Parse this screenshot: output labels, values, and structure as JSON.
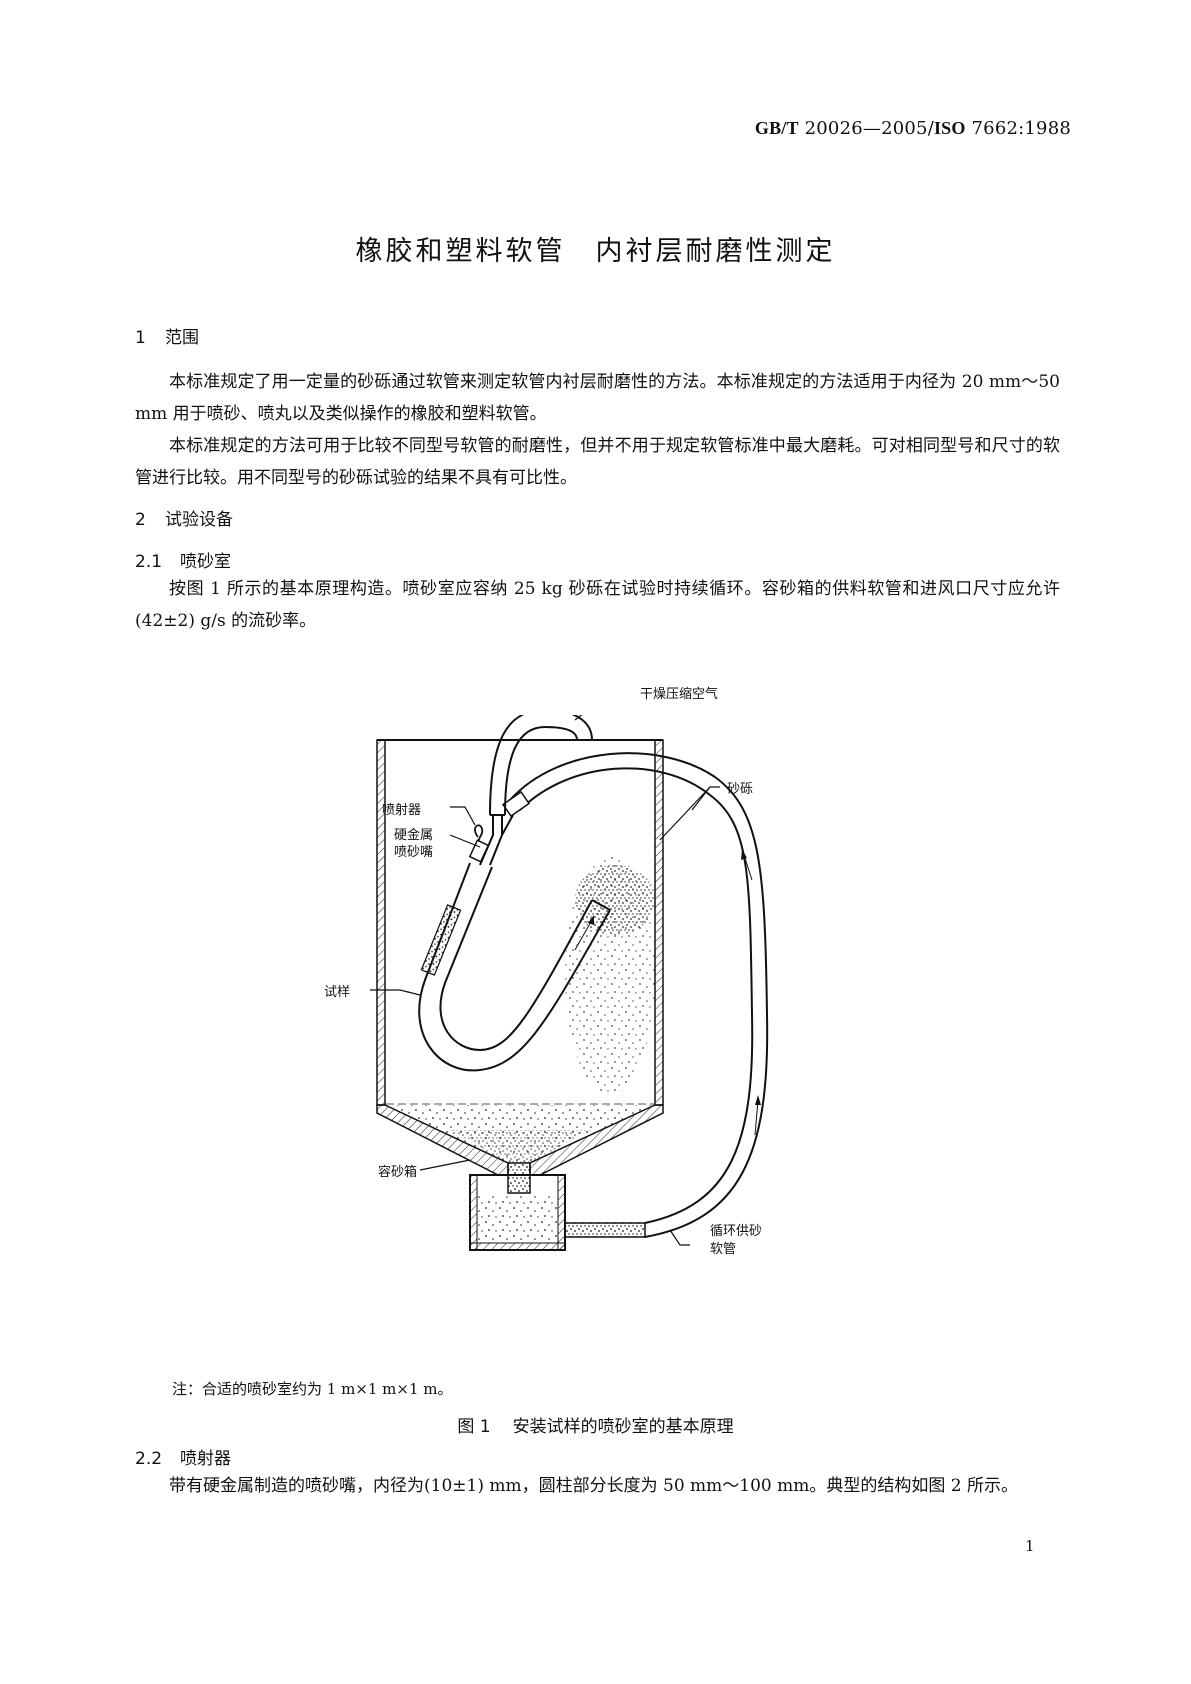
{
  "header": {
    "standard_code_bold1": "GB/T",
    "standard_code_part1": " 20026—2005/",
    "standard_code_bold2": "ISO",
    "standard_code_part2": " 7662:1988"
  },
  "title": {
    "part1": "橡胶和塑料软管",
    "part2": "内衬层耐磨性测定"
  },
  "sections": [
    {
      "number": "1",
      "heading": "范围",
      "paragraphs": [
        "本标准规定了用一定量的砂砾通过软管来测定软管内衬层耐磨性的方法。本标准规定的方法适用于内径为 20 mm～50 mm 用于喷砂、喷丸以及类似操作的橡胶和塑料软管。",
        "本标准规定的方法可用于比较不同型号软管的耐磨性，但并不用于规定软管标准中最大磨耗。可对相同型号和尺寸的软管进行比较。用不同型号的砂砾试验的结果不具有可比性。"
      ]
    },
    {
      "number": "2",
      "heading": "试验设备"
    },
    {
      "number": "2.1",
      "heading": "喷砂室",
      "paragraphs": [
        "按图 1 所示的基本原理构造。喷砂室应容纳 25 kg 砂砾在试验时持续循环。容砂箱的供料软管和进风口尺寸应允许(42±2) g/s 的流砂率。"
      ]
    },
    {
      "number": "2.2",
      "heading": "喷射器",
      "paragraphs": [
        "带有硬金属制造的喷砂嘴，内径为(10±1) mm，圆柱部分长度为 50 mm～100 mm。典型的结构如图 2 所示。"
      ]
    }
  ],
  "figure1": {
    "labels": {
      "dry_air": "干燥压缩空气",
      "grit": "砂砾",
      "injector": "喷射器",
      "nozzle_line1": "硬金属",
      "nozzle_line2": "喷砂嘴",
      "specimen": "试样",
      "grit_box": "容砂箱",
      "feed_hose_line1": "循环供砂",
      "feed_hose_line2": "软管"
    },
    "note": "注：合适的喷砂室约为 1 m×1 m×1 m。",
    "caption_number": "图 1",
    "caption_text": "安装试样的喷砂室的基本原理"
  },
  "page_number": "1"
}
